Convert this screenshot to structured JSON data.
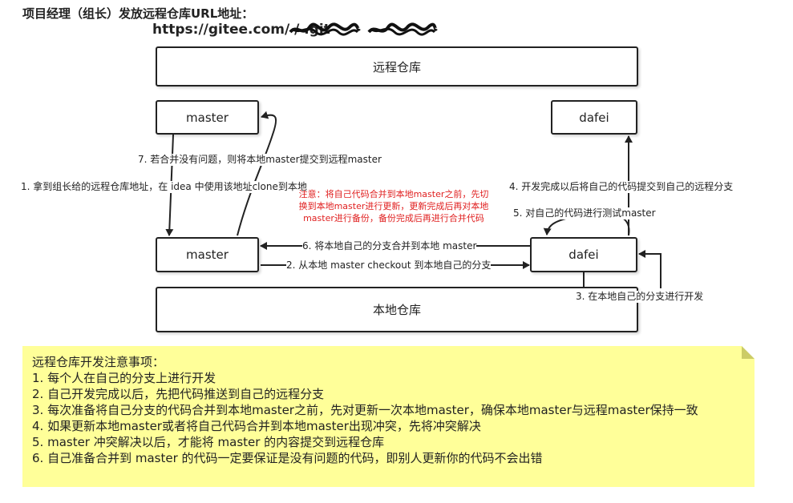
{
  "header": {
    "title": "项目经理（组长）发放远程仓库URL地址：",
    "url": "https://gitee.com/          /         .git"
  },
  "boxes": {
    "remote_repo": "远程仓库",
    "remote_master": "master",
    "remote_dafei": "dafei",
    "local_master": "master",
    "local_dafei": "dafei",
    "local_repo": "本地仓库"
  },
  "labels": {
    "step1": "1. 拿到组长给的远程仓库地址，在 idea 中使用该地址clone到本地",
    "step2": "2. 从本地 master checkout 到本地自己的分支",
    "step3": "3. 在本地自己的分支进行开发",
    "step4": "4. 开发完成以后将自己的代码提交到自己的远程分支",
    "step5": "5. 对自己的代码进行测试master",
    "step6": "6. 将本地自己的分支合并到本地 master",
    "step7": "7. 若合并没有问题，则将本地master提交到远程master"
  },
  "warning": "注意：将自己代码合并到本地master之前，先切换到本地master进行更新，更新完成后再对本地master进行备份，备份完成后再进行合并代码",
  "note": {
    "title": "远程仓库开发注意事项：",
    "items": [
      "1. 每个人在自己的分支上进行开发",
      "2. 自己开发完成以后，先把代码推送到自己的远程分支",
      "3. 每次准备将自己分支的代码合并到本地master之前，先对更新一次本地master，确保本地master与远程master保持一致",
      "4. 如果更新本地master或者将自己代码合并到本地master出现冲突，先将冲突解决",
      "5. master 冲突解决以后，才能将 master 的内容提交到远程仓库",
      "6. 自己准备合并到 master 的代码一定要保证是没有问题的代码，即别人更新你的代码不会出错"
    ]
  },
  "colors": {
    "warning": "#e02020",
    "note_bg": "#ffff99",
    "line": "#222222"
  }
}
